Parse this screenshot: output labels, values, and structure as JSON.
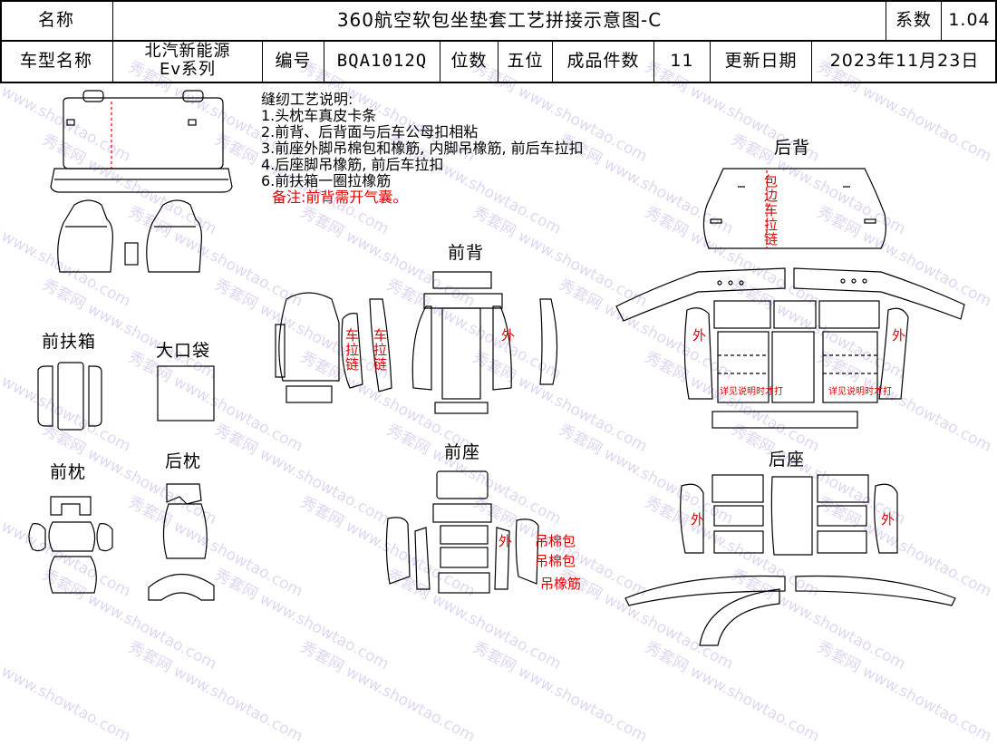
{
  "header": {
    "name_label": "名称",
    "title": "360航空软包坐垫套工艺拼接示意图-C",
    "coef_label": "系数",
    "coef_value": "1.04",
    "model_label": "车型名称",
    "model_line1": "北汽新能源",
    "model_line2": "Ev系列",
    "code_label": "编号",
    "code_value": "BQA1012Q",
    "seat_label": "位数",
    "seat_value": "五位",
    "pieces_label": "成品件数",
    "pieces_value": "11",
    "date_label": "更新日期",
    "date_value": "2023年11月23日"
  },
  "notes": {
    "title": "缝纫工艺说明:",
    "items": [
      "1.头枕车真皮卡条",
      "2.前背、后背面与后车公母扣相粘",
      "3.前座外脚吊棉包和橡筋, 内脚吊橡筋, 前后车拉扣",
      "4.后座脚吊橡筋, 前后车拉扣",
      "6.前扶箱一圈拉橡筋"
    ],
    "remark": "备注:前背需开气囊。"
  },
  "sections": {
    "front_armrest": "前扶箱",
    "big_pocket": "大口袋",
    "front_pillow": "前枕",
    "rear_pillow": "后枕",
    "front_back": "前背",
    "front_seat": "前座",
    "rear_back": "后背",
    "rear_seat": "后座"
  },
  "annotations": {
    "car_zipper": "车拉链",
    "outer": "外",
    "wrap_zipper": "包边车拉链",
    "hang_cotton": "吊棉包",
    "hang_elastic": "吊橡筋",
    "see_instruction": "详见说明时才打"
  },
  "watermark": {
    "brand_cn": "秀套网",
    "site": "www.showtao.com"
  },
  "colors": {
    "line": "#000000",
    "annotation_red": "#e00000",
    "watermark": "#c9b6e8"
  }
}
